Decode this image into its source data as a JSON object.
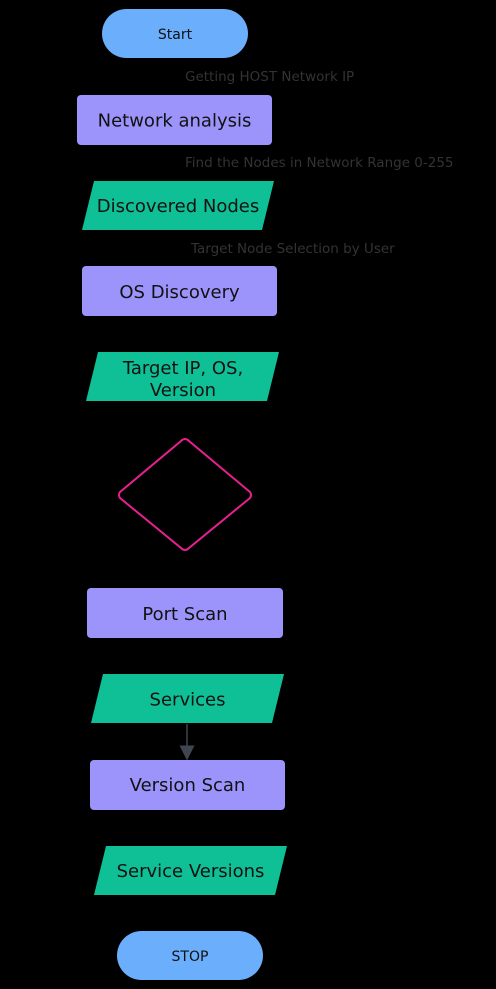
{
  "colors": {
    "background": "#000000",
    "terminal_fill": "#6aaefc",
    "process_fill": "#9c94fb",
    "data_fill": "#0fbf95",
    "decision_stroke": "#e8208f",
    "annotation_text": "#333333",
    "node_text": "#111111",
    "arrow": "#3f4650"
  },
  "nodes": {
    "start": {
      "label": "Start",
      "shape": "terminal"
    },
    "network_analysis": {
      "label": "Network analysis",
      "shape": "process"
    },
    "discovered_nodes": {
      "label": "Discovered Nodes",
      "shape": "data"
    },
    "os_discovery": {
      "label": "OS Discovery",
      "shape": "process"
    },
    "target_info": {
      "label_line1": "Target IP, OS,",
      "label_line2": "Version",
      "shape": "data"
    },
    "decision": {
      "label": "",
      "shape": "decision"
    },
    "port_scan": {
      "label": "Port Scan",
      "shape": "process"
    },
    "services": {
      "label": "Services",
      "shape": "data"
    },
    "version_scan": {
      "label": "Version Scan",
      "shape": "process"
    },
    "service_versions": {
      "label": "Service Versions",
      "shape": "data"
    },
    "stop": {
      "label": "STOP",
      "shape": "terminal"
    }
  },
  "annotations": {
    "getting_host_ip": "Getting HOST Network IP",
    "find_nodes": "Find the Nodes in Network Range 0-255",
    "target_selection": "Target Node Selection by User"
  },
  "edges": [
    {
      "from": "services",
      "to": "version_scan"
    }
  ]
}
